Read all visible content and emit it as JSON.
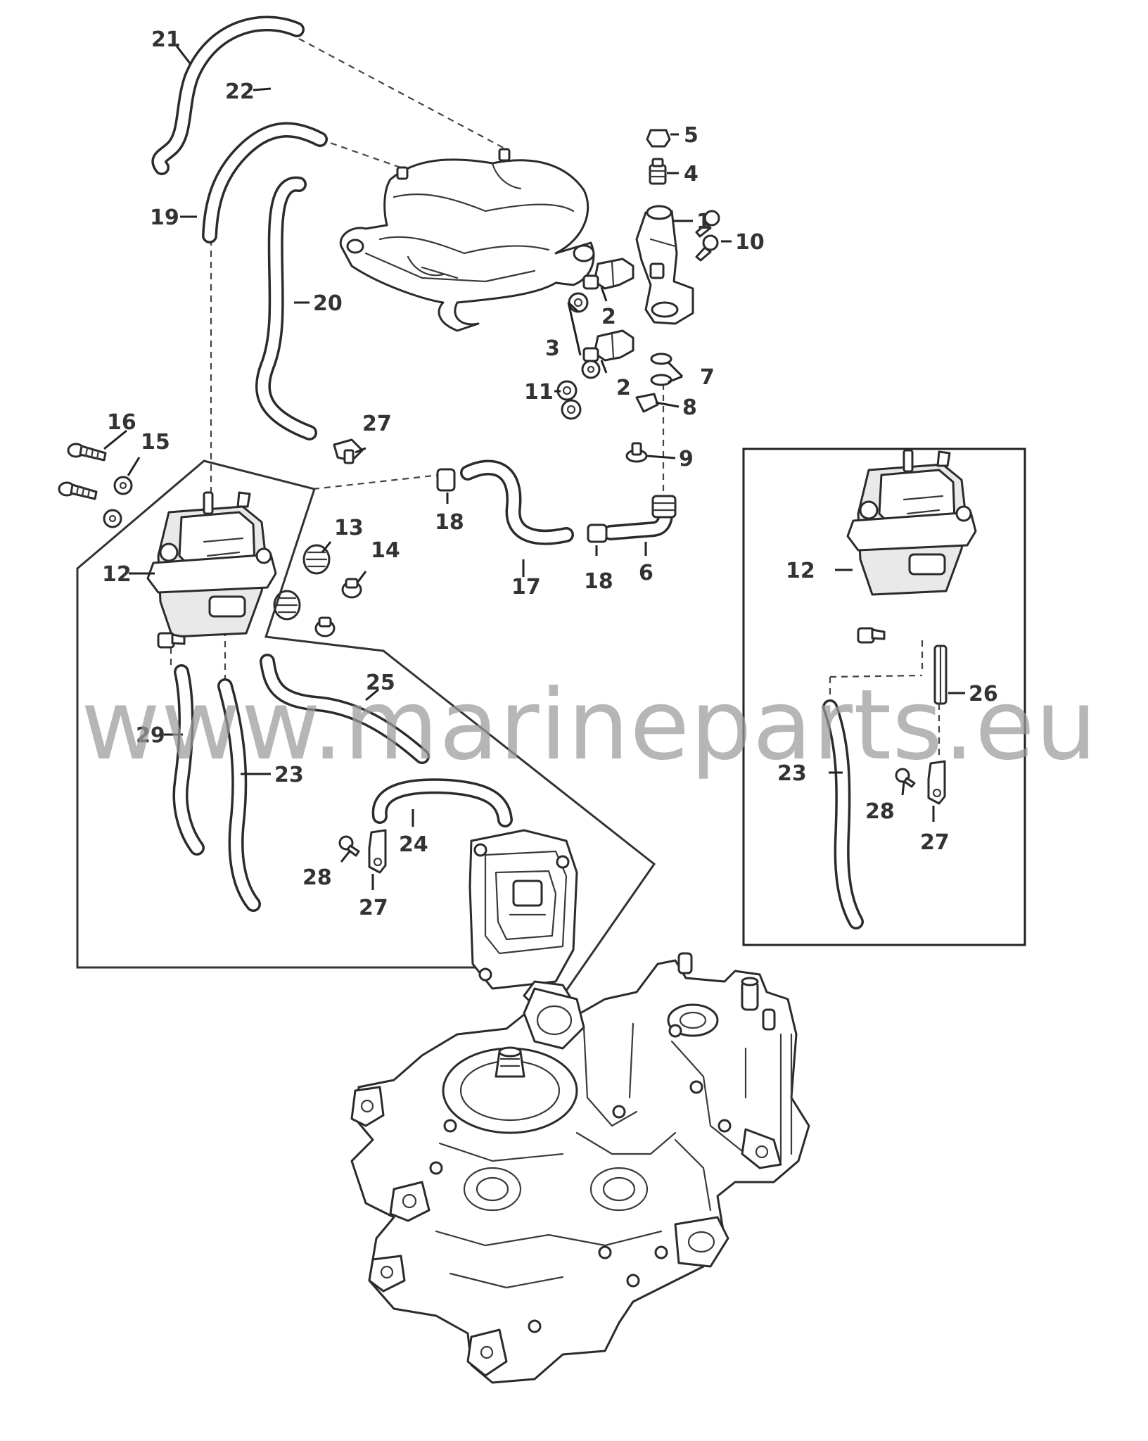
{
  "watermark": "www.marineparts.eu",
  "callouts": {
    "c1": "1",
    "c2a": "2",
    "c2b": "2",
    "c3": "3",
    "c4": "4",
    "c5": "5",
    "c6": "6",
    "c7": "7",
    "c8": "8",
    "c9": "9",
    "c10": "10",
    "c11": "11",
    "c12a": "12",
    "c12b": "12",
    "c13": "13",
    "c14": "14",
    "c15": "15",
    "c16": "16",
    "c17": "17",
    "c18a": "18",
    "c18b": "18",
    "c19": "19",
    "c20": "20",
    "c21": "21",
    "c22": "22",
    "c23a": "23",
    "c23b": "23",
    "c24": "24",
    "c25": "25",
    "c26": "26",
    "c27a": "27",
    "c27b": "27",
    "c27c": "27",
    "c28a": "28",
    "c28b": "28",
    "c29": "29"
  }
}
